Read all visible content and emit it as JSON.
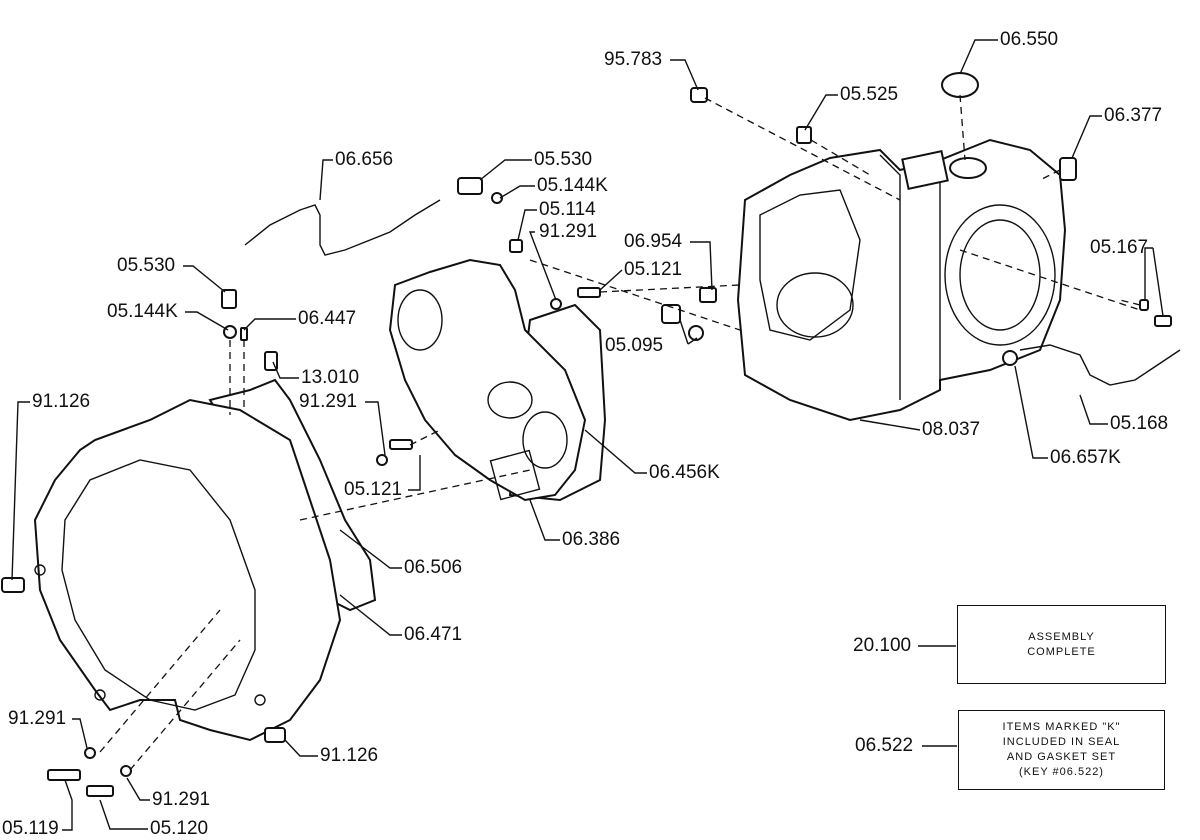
{
  "diagram": {
    "labels": {
      "p95_783": "95.783",
      "p06_550": "06.550",
      "p05_525": "05.525",
      "p06_377": "06.377",
      "p06_656": "06.656",
      "p05_530_top": "05.530",
      "p05_144k_top": "05.144K",
      "p05_114": "05.114",
      "p91_291_top": "91.291",
      "p06_954": "06.954",
      "p05_121_top": "05.121",
      "p05_167": "05.167",
      "p05_530_left": "05.530",
      "p05_144k_left": "05.144K",
      "p06_447": "06.447",
      "p05_095": "05.095",
      "p13_010": "13.010",
      "p91_126_top": "91.126",
      "p91_291_mid": "91.291",
      "p08_037": "08.037",
      "p05_168": "05.168",
      "p06_657k": "06.657K",
      "p06_456k": "06.456K",
      "p05_121_mid": "05.121",
      "p06_386": "06.386",
      "p06_506": "06.506",
      "p06_471": "06.471",
      "p20_100": "20.100",
      "p06_522": "06.522",
      "p91_291_bot": "91.291",
      "p91_126_bot": "91.126",
      "p91_291_bot2": "91.291",
      "p05_119": "05.119",
      "p05_120": "05.120"
    },
    "assembly_box": "ASSEMBLY\nCOMPLETE",
    "note_box": "ITEMS MARKED \"K\"\nINCLUDED IN SEAL\nAND GASKET SET\n(KEY #06.522)"
  }
}
